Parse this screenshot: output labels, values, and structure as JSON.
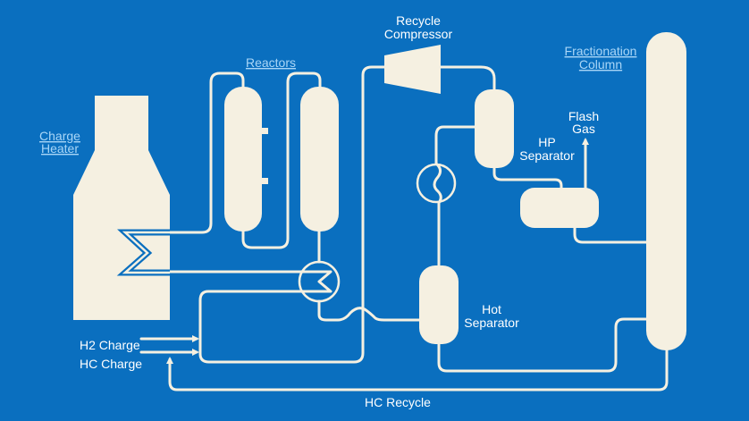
{
  "diagram": {
    "colors": {
      "background": "#0a6fbf",
      "equipment": "#f5f0e1",
      "label": "#ffffff",
      "link_label": "#a9d6f7"
    },
    "labels": {
      "charge_heater": [
        "Charge",
        "Heater"
      ],
      "reactors": "Reactors",
      "recycle_compressor": [
        "Recycle",
        "Compressor"
      ],
      "fractionation_column": [
        "Fractionation",
        "Column"
      ],
      "flash_gas": [
        "Flash",
        "Gas"
      ],
      "hp_separator": [
        "HP",
        "Separator"
      ],
      "hot_separator": [
        "Hot",
        "Separator"
      ],
      "h2_charge": "H2 Charge",
      "hc_charge": "HC Charge",
      "hc_recycle": "HC Recycle"
    }
  }
}
